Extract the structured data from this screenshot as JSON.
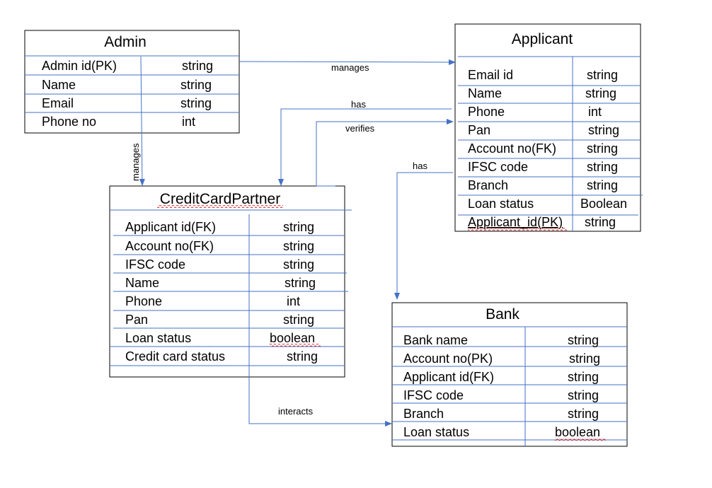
{
  "diagram": {
    "entities": {
      "admin": {
        "title": "Admin",
        "attributes": [
          {
            "name": "Admin id(PK)",
            "type": "string"
          },
          {
            "name": "Name",
            "type": "string"
          },
          {
            "name": "Email",
            "type": "string"
          },
          {
            "name": "Phone no",
            "type": "int"
          }
        ]
      },
      "applicant": {
        "title": "Applicant",
        "attributes": [
          {
            "name": "Email id",
            "type": "string"
          },
          {
            "name": "Name",
            "type": "string"
          },
          {
            "name": "Phone",
            "type": "int"
          },
          {
            "name": "Pan",
            "type": "string"
          },
          {
            "name": "Account no(FK)",
            "type": "string"
          },
          {
            "name": "IFSC code",
            "type": "string"
          },
          {
            "name": "Branch",
            "type": "string"
          },
          {
            "name": "Loan status",
            "type": "Boolean"
          },
          {
            "name": "Applicant_id(PK)",
            "type": "string"
          }
        ]
      },
      "creditcardpartner": {
        "title": "CreditCardPartner",
        "attributes": [
          {
            "name": "Applicant id(FK)",
            "type": "string"
          },
          {
            "name": "Account no(FK)",
            "type": "string"
          },
          {
            "name": "IFSC code",
            "type": "string"
          },
          {
            "name": "Name",
            "type": "string"
          },
          {
            "name": "Phone",
            "type": "int"
          },
          {
            "name": "Pan",
            "type": "string"
          },
          {
            "name": "Loan status",
            "type": "boolean"
          },
          {
            "name": "Credit card status",
            "type": "string"
          }
        ]
      },
      "bank": {
        "title": "Bank",
        "attributes": [
          {
            "name": "Bank name",
            "type": "string"
          },
          {
            "name": "Account no(PK)",
            "type": "string"
          },
          {
            "name": "Applicant id(FK)",
            "type": "string"
          },
          {
            "name": "IFSC code",
            "type": "string"
          },
          {
            "name": "Branch",
            "type": "string"
          },
          {
            "name": "Loan status",
            "type": "boolean"
          }
        ]
      }
    },
    "relationships": {
      "admin_applicant": "manages",
      "admin_partner": "manages",
      "applicant_partner": "has",
      "partner_applicant": "verifies",
      "applicant_bank": "has",
      "partner_bank": "interacts"
    },
    "colors": {
      "line": "#4472c4",
      "border": "#000000",
      "spellcheck": "#d22222"
    }
  }
}
